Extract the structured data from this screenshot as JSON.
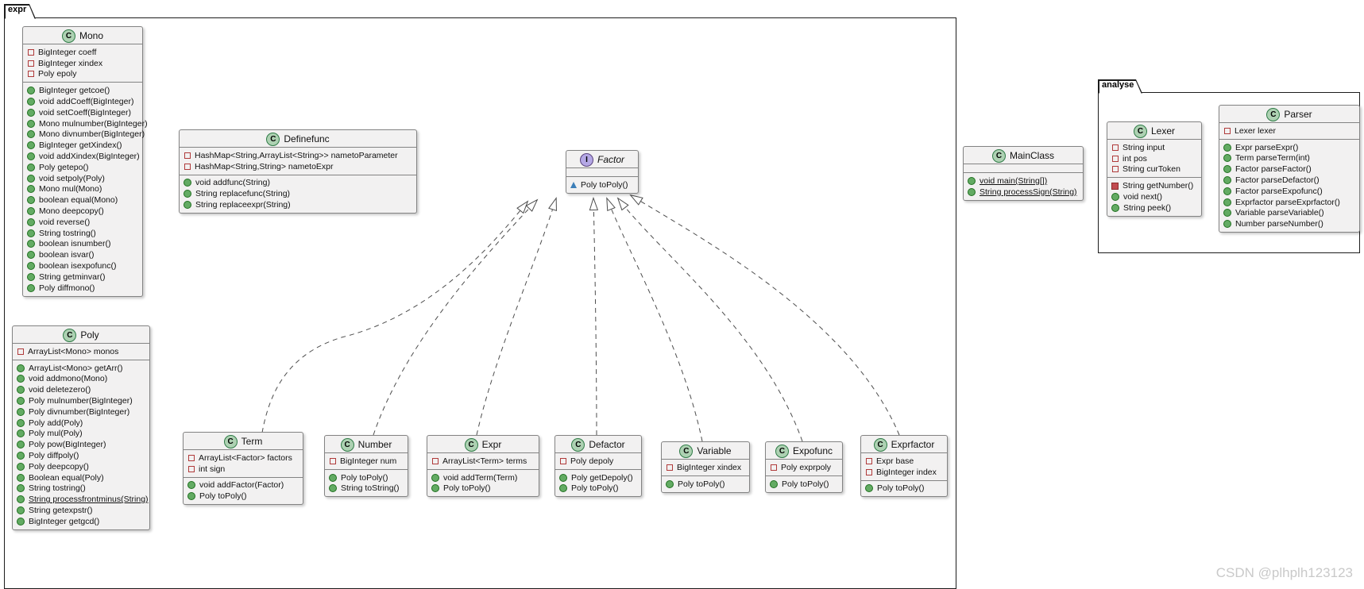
{
  "watermark": "CSDN @plhplh123123",
  "packages": [
    {
      "id": "expr",
      "label": "expr"
    },
    {
      "id": "analyse",
      "label": "analyse"
    }
  ],
  "colors": {
    "class_icon": "#ADD1B2",
    "interface_icon": "#B4A7E5",
    "box_background": "#F2F1F1",
    "box_border": "#838383",
    "field_icon_red": "#B03A3A",
    "method_icon_green": "#63AB63",
    "private_method_red": "#C14B50",
    "abstract_method_blue": "#3C7EB8",
    "edge_gray": "#4D4D4D"
  },
  "classes": [
    {
      "id": "mono",
      "name": "Mono",
      "kind": "class",
      "fields": [
        "BigInteger coeff",
        "BigInteger xindex",
        "Poly epoly"
      ],
      "methods": [
        {
          "text": "BigInteger getcoe()"
        },
        {
          "text": "void addCoeff(BigInteger)"
        },
        {
          "text": "void setCoeff(BigInteger)"
        },
        {
          "text": "Mono mulnumber(BigInteger)"
        },
        {
          "text": "Mono divnumber(BigInteger)"
        },
        {
          "text": "BigInteger getXindex()"
        },
        {
          "text": "void addXindex(BigInteger)"
        },
        {
          "text": "Poly getepo()"
        },
        {
          "text": "void setpoly(Poly)"
        },
        {
          "text": "Mono mul(Mono)"
        },
        {
          "text": "boolean equal(Mono)"
        },
        {
          "text": "Mono deepcopy()"
        },
        {
          "text": "void reverse()"
        },
        {
          "text": "String tostring()"
        },
        {
          "text": "boolean isnumber()"
        },
        {
          "text": "boolean isvar()"
        },
        {
          "text": "boolean isexpofunc()"
        },
        {
          "text": "String getminvar()"
        },
        {
          "text": "Poly diffmono()"
        }
      ]
    },
    {
      "id": "definefunc",
      "name": "Definefunc",
      "kind": "class",
      "fields": [
        "HashMap<String,ArrayList<String>> nametoParameter",
        "HashMap<String,String> nametoExpr"
      ],
      "methods": [
        {
          "text": "void addfunc(String)"
        },
        {
          "text": "String replacefunc(String)"
        },
        {
          "text": "String replaceexpr(String)"
        }
      ]
    },
    {
      "id": "factor",
      "name": "Factor",
      "kind": "interface",
      "fields": [],
      "methods": [
        {
          "text": "Poly toPoly()",
          "visibility": "abstract"
        }
      ]
    },
    {
      "id": "mainclass",
      "name": "MainClass",
      "kind": "class",
      "fields": [],
      "methods": [
        {
          "text": "void main(String[])",
          "static": true
        },
        {
          "text": "String processSign(String)",
          "static": true
        }
      ]
    },
    {
      "id": "lexer",
      "name": "Lexer",
      "kind": "class",
      "fields": [
        "String input",
        "int pos",
        "String curToken"
      ],
      "methods": [
        {
          "text": "String getNumber()",
          "visibility": "private"
        },
        {
          "text": "void next()"
        },
        {
          "text": "String peek()"
        }
      ]
    },
    {
      "id": "parser",
      "name": "Parser",
      "kind": "class",
      "fields": [
        "Lexer lexer"
      ],
      "methods": [
        {
          "text": "Expr parseExpr()"
        },
        {
          "text": "Term parseTerm(int)"
        },
        {
          "text": "Factor parseFactor()"
        },
        {
          "text": "Factor parseDefactor()"
        },
        {
          "text": "Factor parseExpofunc()"
        },
        {
          "text": "Exprfactor parseExprfactor()"
        },
        {
          "text": "Variable parseVariable()"
        },
        {
          "text": "Number parseNumber()"
        }
      ]
    },
    {
      "id": "poly",
      "name": "Poly",
      "kind": "class",
      "fields": [
        "ArrayList<Mono> monos"
      ],
      "methods": [
        {
          "text": "ArrayList<Mono> getArr()"
        },
        {
          "text": "void addmono(Mono)"
        },
        {
          "text": "void deletezero()"
        },
        {
          "text": "Poly mulnumber(BigInteger)"
        },
        {
          "text": "Poly divnumber(BigInteger)"
        },
        {
          "text": "Poly add(Poly)"
        },
        {
          "text": "Poly mul(Poly)"
        },
        {
          "text": "Poly pow(BigInteger)"
        },
        {
          "text": "Poly diffpoly()"
        },
        {
          "text": "Poly deepcopy()"
        },
        {
          "text": "Boolean equal(Poly)"
        },
        {
          "text": "String tostring()"
        },
        {
          "text": "String processfrontminus(String)",
          "static": true
        },
        {
          "text": "String getexpstr()"
        },
        {
          "text": "BigInteger getgcd()"
        }
      ]
    },
    {
      "id": "term",
      "name": "Term",
      "kind": "class",
      "fields": [
        "ArrayList<Factor> factors",
        "int sign"
      ],
      "methods": [
        {
          "text": "void addFactor(Factor)"
        },
        {
          "text": "Poly toPoly()"
        }
      ]
    },
    {
      "id": "number",
      "name": "Number",
      "kind": "class",
      "fields": [
        "BigInteger num"
      ],
      "methods": [
        {
          "text": "Poly toPoly()"
        },
        {
          "text": "String toString()"
        }
      ]
    },
    {
      "id": "expr",
      "name": "Expr",
      "kind": "class",
      "fields": [
        "ArrayList<Term> terms"
      ],
      "methods": [
        {
          "text": "void addTerm(Term)"
        },
        {
          "text": "Poly toPoly()"
        }
      ]
    },
    {
      "id": "defactor",
      "name": "Defactor",
      "kind": "class",
      "fields": [
        "Poly depoly"
      ],
      "methods": [
        {
          "text": "Poly getDepoly()"
        },
        {
          "text": "Poly toPoly()"
        }
      ]
    },
    {
      "id": "variable",
      "name": "Variable",
      "kind": "class",
      "fields": [
        "BigInteger xindex"
      ],
      "methods": [
        {
          "text": "Poly toPoly()"
        }
      ]
    },
    {
      "id": "expofunc",
      "name": "Expofunc",
      "kind": "class",
      "fields": [
        "Poly exprpoly"
      ],
      "methods": [
        {
          "text": "Poly toPoly()"
        }
      ]
    },
    {
      "id": "exprfactor",
      "name": "Exprfactor",
      "kind": "class",
      "fields": [
        "Expr base",
        "BigInteger index"
      ],
      "methods": [
        {
          "text": "Poly toPoly()"
        }
      ]
    }
  ],
  "relations": [
    {
      "from": "Term",
      "to": "Factor",
      "type": "realization"
    },
    {
      "from": "Number",
      "to": "Factor",
      "type": "realization"
    },
    {
      "from": "Expr",
      "to": "Factor",
      "type": "realization"
    },
    {
      "from": "Defactor",
      "to": "Factor",
      "type": "realization"
    },
    {
      "from": "Variable",
      "to": "Factor",
      "type": "realization"
    },
    {
      "from": "Expofunc",
      "to": "Factor",
      "type": "realization"
    },
    {
      "from": "Exprfactor",
      "to": "Factor",
      "type": "realization"
    }
  ]
}
